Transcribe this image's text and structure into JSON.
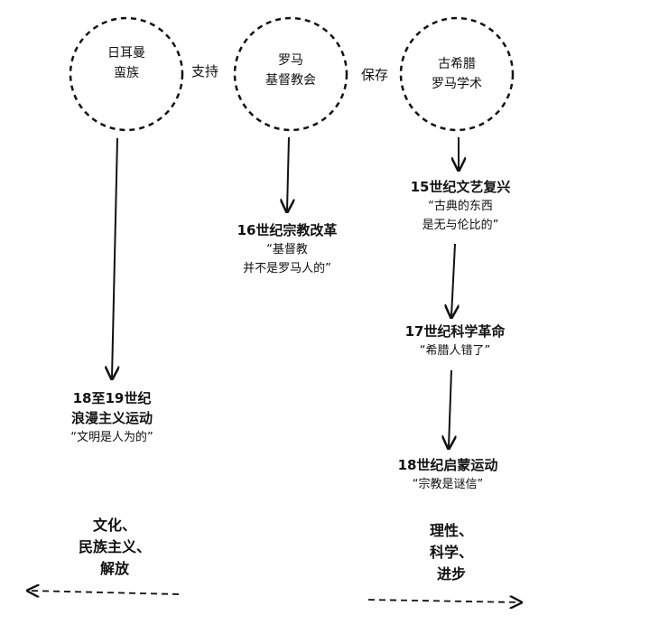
{
  "circles": {
    "germanic": [
      "日耳曼",
      "蛮族"
    ],
    "church": [
      "罗马",
      "基督教会"
    ],
    "classical": [
      "古希腊",
      "罗马学术"
    ]
  },
  "edges": {
    "support": "支持",
    "preserve": "保存"
  },
  "nodes": {
    "renaissance": {
      "title": "15世纪文艺复兴",
      "quote": [
        "“古典的东西",
        "是无与伦比的”"
      ]
    },
    "reformation": {
      "title": "16世纪宗教改革",
      "quote": [
        "“基督教",
        "并不是罗马人的”"
      ]
    },
    "scientific": {
      "title": "17世纪科学革命",
      "quote": [
        "“希腊人错了”"
      ]
    },
    "enlightenment": {
      "title": "18世纪启蒙运动",
      "quote": [
        "“宗教是谜信”"
      ]
    },
    "romanticism": {
      "title": [
        "18至19世纪",
        "浪漫主义运动"
      ],
      "quote": [
        "“文明是人为的”"
      ]
    }
  },
  "outcomes": {
    "left": [
      "文化、",
      "民族主义、",
      "解放"
    ],
    "right": [
      "理性、",
      "科学、",
      "进步"
    ]
  }
}
